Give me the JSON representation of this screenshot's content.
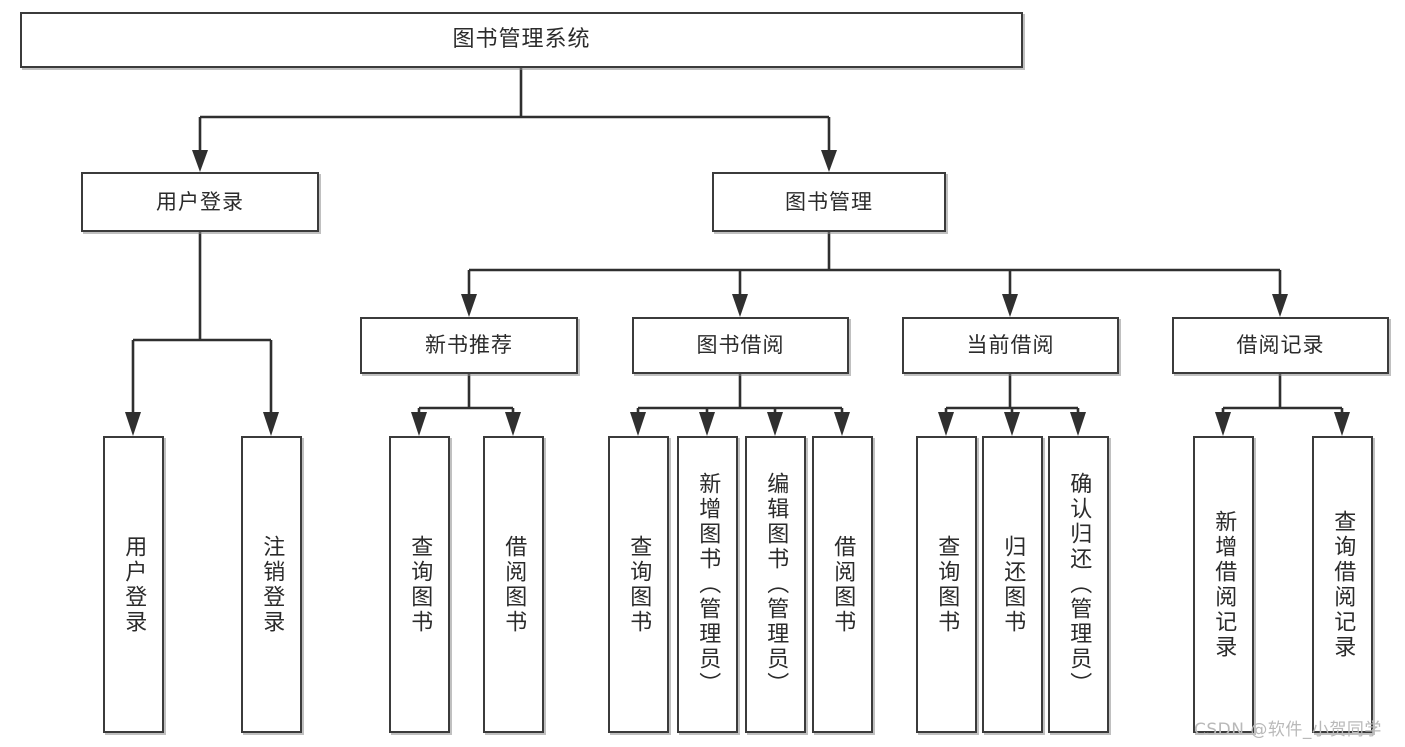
{
  "diagram": {
    "title": "图书管理系统",
    "type": "tree-hierarchy-chart",
    "watermark": "CSDN @软件_小贺同学",
    "root": {
      "label": "图书管理系统"
    },
    "level2": [
      {
        "label": "用户登录"
      },
      {
        "label": "图书管理"
      }
    ],
    "level3": [
      {
        "label": "新书推荐"
      },
      {
        "label": "图书借阅"
      },
      {
        "label": "当前借阅"
      },
      {
        "label": "借阅记录"
      }
    ],
    "leaves": {
      "user_login": [
        {
          "label": "用户登录"
        },
        {
          "label": "注销登录"
        }
      ],
      "new_book_recommend": [
        {
          "label": "查询图书"
        },
        {
          "label": "借阅图书"
        }
      ],
      "book_borrow": [
        {
          "label": "查询图书"
        },
        {
          "label": "新增图书（管理员）"
        },
        {
          "label": "编辑图书（管理员）"
        },
        {
          "label": "借阅图书"
        }
      ],
      "current_borrow": [
        {
          "label": "查询图书"
        },
        {
          "label": "归还图书"
        },
        {
          "label": "确认归还（管理员）"
        }
      ],
      "borrow_record": [
        {
          "label": "新增借阅记录"
        },
        {
          "label": "查询借阅记录"
        }
      ]
    },
    "colors": {
      "stroke": "#2f2f2f",
      "box_border": "#3b3b3b",
      "background": "#ffffff",
      "text": "#2b2b2b",
      "watermark": "#b9b9b9"
    }
  }
}
